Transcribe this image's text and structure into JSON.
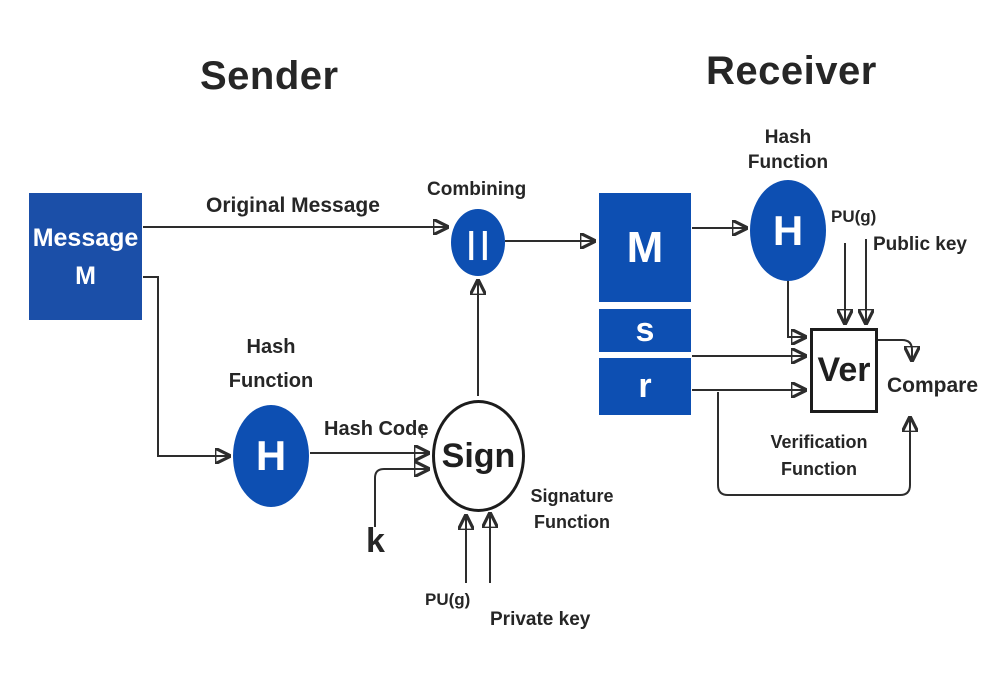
{
  "titles": {
    "sender": "Sender",
    "receiver": "Receiver"
  },
  "sender": {
    "message_box": {
      "title": "Message",
      "symbol": "M"
    },
    "original_message": "Original Message",
    "combining": {
      "label": "Combining",
      "symbol": "||"
    },
    "hash": {
      "label_line1": "Hash",
      "label_line2": "Function",
      "symbol": "H"
    },
    "hash_code": "Hash Code",
    "hash_code_mark": "¦",
    "sign": {
      "symbol": "Sign",
      "label_line1": "Signature",
      "label_line2": "Function"
    },
    "k": "k",
    "pug": "PU(g)",
    "private_key": "Private key"
  },
  "message_block": {
    "m": "M",
    "s": "s",
    "r": "r"
  },
  "receiver": {
    "hash": {
      "label_line1": "Hash",
      "label_line2": "Function",
      "symbol": "H"
    },
    "pug": "PU(g)",
    "public_key": "Public key",
    "ver": {
      "symbol": "Ver",
      "label_line1": "Verification",
      "label_line2": "Function"
    },
    "compare": "Compare"
  },
  "colors": {
    "blue": "#0d4fb2",
    "message_blue": "#1b4fa8",
    "line": "#2d2d2d",
    "text": "#262626"
  }
}
